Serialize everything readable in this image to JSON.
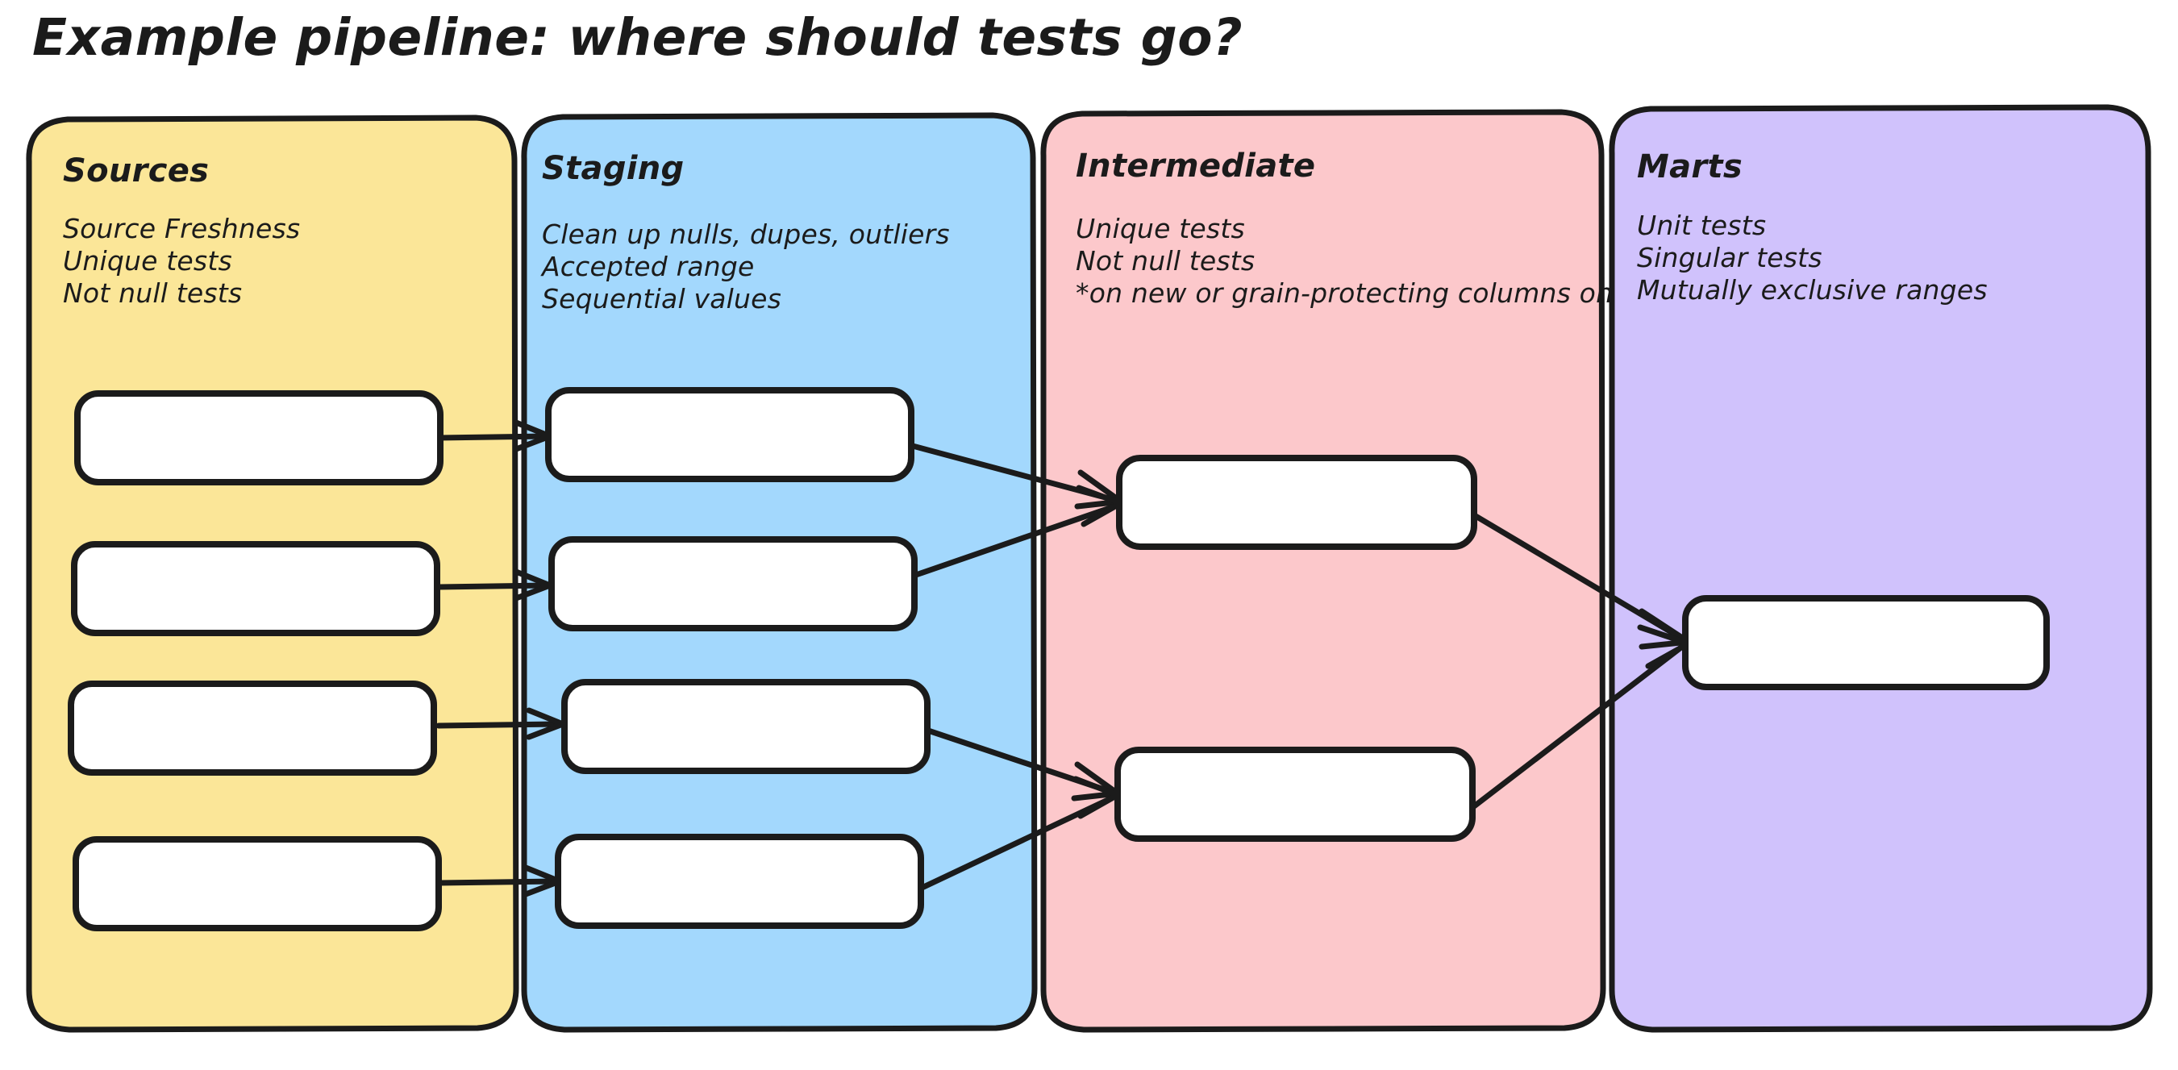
{
  "title": "Example pipeline: where should tests go?",
  "colors": {
    "sources_fill": "#FBE698",
    "staging_fill": "#A3D8FD",
    "intermediate_fill": "#FCC8CB",
    "marts_fill": "#D0C2FC",
    "stroke": "#1b1b1b",
    "node_fill": "#ffffff",
    "background": "#ffffff"
  },
  "panels": [
    {
      "id": "sources",
      "title": "Sources",
      "lines": [
        "Source Freshness",
        "Unique tests",
        "Not null tests"
      ],
      "node_count": 4
    },
    {
      "id": "staging",
      "title": "Staging",
      "lines": [
        "Clean up nulls, dupes, outliers",
        "Accepted range",
        "Sequential values"
      ],
      "node_count": 4
    },
    {
      "id": "intermediate",
      "title": "Intermediate",
      "lines": [
        "Unique tests",
        "Not null tests",
        "*on new or grain-protecting columns only"
      ],
      "node_count": 2
    },
    {
      "id": "marts",
      "title": "Marts",
      "lines": [
        "Unit tests",
        "Singular tests",
        "Mutually exclusive ranges"
      ],
      "node_count": 1
    }
  ],
  "chart_data": {
    "type": "diagram",
    "title": "Example pipeline: where should tests go?",
    "layout": "left-to-right layered pipeline, 4 colored swimlane panels",
    "nodes": [
      {
        "id": "src-1",
        "panel": "sources",
        "label": ""
      },
      {
        "id": "src-2",
        "panel": "sources",
        "label": ""
      },
      {
        "id": "src-3",
        "panel": "sources",
        "label": ""
      },
      {
        "id": "src-4",
        "panel": "sources",
        "label": ""
      },
      {
        "id": "stg-1",
        "panel": "staging",
        "label": ""
      },
      {
        "id": "stg-2",
        "panel": "staging",
        "label": ""
      },
      {
        "id": "stg-3",
        "panel": "staging",
        "label": ""
      },
      {
        "id": "stg-4",
        "panel": "staging",
        "label": ""
      },
      {
        "id": "int-1",
        "panel": "intermediate",
        "label": ""
      },
      {
        "id": "int-2",
        "panel": "intermediate",
        "label": ""
      },
      {
        "id": "mart-1",
        "panel": "marts",
        "label": ""
      }
    ],
    "edges": [
      {
        "from": "src-1",
        "to": "stg-1"
      },
      {
        "from": "src-2",
        "to": "stg-2"
      },
      {
        "from": "src-3",
        "to": "stg-3"
      },
      {
        "from": "src-4",
        "to": "stg-4"
      },
      {
        "from": "stg-1",
        "to": "int-1"
      },
      {
        "from": "stg-2",
        "to": "int-1"
      },
      {
        "from": "stg-3",
        "to": "int-2"
      },
      {
        "from": "stg-4",
        "to": "int-2"
      },
      {
        "from": "int-1",
        "to": "mart-1"
      },
      {
        "from": "int-2",
        "to": "mart-1"
      }
    ]
  }
}
